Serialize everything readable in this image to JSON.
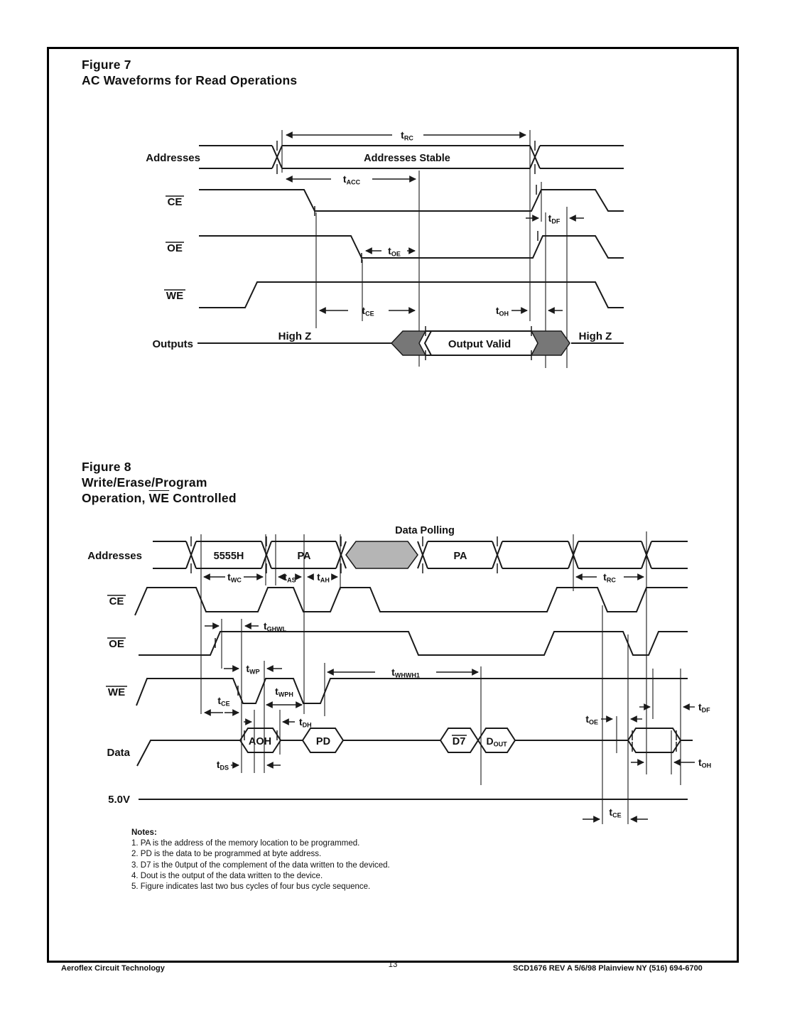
{
  "colors": {
    "line": "#1a1a1a",
    "gray_dark": "#777777",
    "gray_light": "#b5b5b5"
  },
  "figure7": {
    "title_line1": "Figure 7",
    "title_line2": "AC Waveforms for Read Operations",
    "signals": {
      "addresses": "Addresses",
      "ce": "CE",
      "oe": "OE",
      "we": "WE",
      "outputs": "Outputs"
    },
    "bus": {
      "addresses_stable": "Addresses Stable",
      "output_valid": "Output Valid",
      "high_z_left": "High Z",
      "high_z_right": "High Z"
    },
    "timing": {
      "trc": "tRC",
      "tacc": "tACC",
      "toe": "tOE",
      "tce": "tCE",
      "toh": "tOH",
      "tdf": "tDF"
    }
  },
  "figure8": {
    "title_line1": "Figure 8",
    "title_line2": "Write/Erase/Program",
    "title_line3_prefix": "Operation, ",
    "title_line3_overlined": "WE",
    "title_line3_suffix": " Controlled",
    "annotation_data_polling": "Data Polling",
    "signals": {
      "addresses": "Addresses",
      "ce": "CE",
      "oe": "OE",
      "we": "WE",
      "data": "Data",
      "supply": "5.0V"
    },
    "bus": {
      "seg_5555h": "5555H",
      "seg_pa1": "PA",
      "seg_pa2": "PA",
      "aoh": "AOH",
      "pd": "PD",
      "d7": "D7",
      "dout": "DOUT"
    },
    "timing": {
      "twc": "tWC",
      "tas": "tAS",
      "tah": "tAH",
      "trc": "tRC",
      "tghwl": "tGHWL",
      "twp": "tWP",
      "twph": "tWPH",
      "twhwh1": "tWHWH1",
      "tce_top": "tCE",
      "tds": "tDS",
      "tdh": "tDH",
      "toe": "tOE",
      "tdf": "tDF",
      "toh": "tOH",
      "tce_bottom": "tCE"
    }
  },
  "notes": {
    "heading": "Notes:",
    "items": [
      "1. PA is the address of the memory location to be programmed.",
      "2. PD is the data to be programmed at byte address.",
      "3. D7 is the 0utput of the complement of the data written to the deviced.",
      "4. Dout is the output of the data written to the device.",
      "5. Figure indicates last two bus cycles of four bus cycle sequence."
    ]
  },
  "footer": {
    "left": "Aeroflex Circuit Technology",
    "page_number": "13",
    "right": "SCD1676 REV A  5/6/98    Plainview NY (516) 694-6700"
  }
}
